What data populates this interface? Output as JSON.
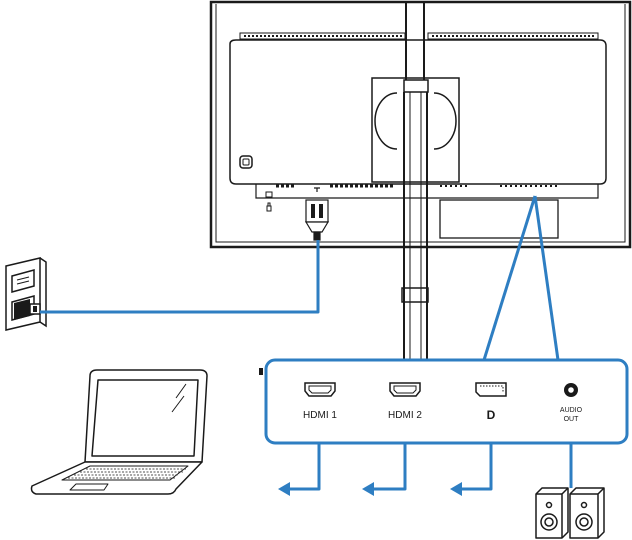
{
  "ports": [
    {
      "id": "hdmi1",
      "label": "HDMI 1"
    },
    {
      "id": "hdmi2",
      "label": "HDMI 2"
    },
    {
      "id": "displayport",
      "label": "D"
    },
    {
      "id": "audio-out",
      "label_line1": "AUDIO",
      "label_line2": "OUT"
    }
  ],
  "icons": {
    "monitor": "monitor-back-icon",
    "power_outlet": "wall-outlet-icon",
    "laptop": "laptop-icon",
    "speakers": "speakers-icon",
    "lock": "kensington-lock-icon"
  },
  "colors": {
    "cable": "#2E7EC2",
    "outline": "#1a1a1a",
    "panel_bg": "#ffffff"
  }
}
